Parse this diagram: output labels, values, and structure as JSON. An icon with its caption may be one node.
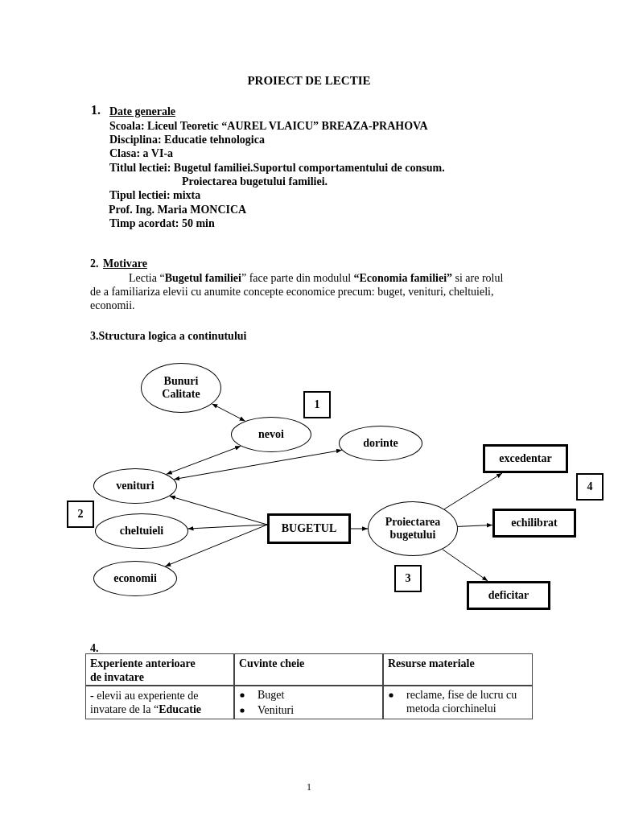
{
  "diagram": {
    "title": "PROIECT DE LECTIE",
    "nodes": [
      {
        "text": [
          "Bunuri Calitate"
        ]
      },
      {
        "text": [
          "1"
        ]
      },
      {
        "text": [
          "nevoi"
        ]
      },
      {
        "text": [
          "dorinte"
        ]
      },
      {
        "text": [
          "excedentar"
        ]
      },
      {
        "text": [
          "4"
        ]
      },
      {
        "text": [
          "venituri"
        ]
      },
      {
        "text": [
          "2"
        ]
      },
      {
        "text": [
          "cheltuieli"
        ]
      },
      {
        "text": [
          "BUGETUL"
        ]
      },
      {
        "text": [
          "Proiectarea bugetului"
        ]
      },
      {
        "text": [
          "echilibrat"
        ]
      },
      {
        "text": [
          "economii"
        ]
      },
      {
        "text": [
          "3"
        ]
      },
      {
        "text": [
          "deficitar"
        ]
      }
    ],
    "edges": [
      {
        "from": 0,
        "to": 2,
        "arrow": "both"
      },
      {
        "from": 6,
        "to": 2,
        "arrow": "both"
      },
      {
        "from": 6,
        "to": 3,
        "arrow": "both"
      },
      {
        "from": 9,
        "to": 6,
        "arrow": "to"
      },
      {
        "from": 9,
        "to": 8,
        "arrow": "to"
      },
      {
        "from": 9,
        "to": 12,
        "arrow": "to"
      },
      {
        "from": 9,
        "to": 10,
        "arrow": "to"
      },
      {
        "from": 10,
        "to": 4,
        "arrow": "to"
      },
      {
        "from": 10,
        "to": 11,
        "arrow": "to"
      },
      {
        "from": 10,
        "to": 14,
        "arrow": "to"
      }
    ],
    "labels": [
      "1.",
      "Date generale",
      "Scoala: Liceul Teoretic “AUREL VLAICU” BREAZA-PRAHOVA",
      "Disciplina: Educatie tehnologica",
      "Clasa: a VI-a",
      "Titlul lectiei: Bugetul familiei.Suportul comportamentului de consum.",
      "Proiectarea bugetului familiei.",
      "Tipul lectiei: mixta",
      "Prof. Ing. Maria MONCICA",
      "Timp acordat: 50 min",
      "2.",
      "Motivare",
      "Lectia “**Bugetul familiei**” face parte din modulul **“Economia familiei”** si are rolul de a familiariza elevii cu anumite concepte economice precum: buget, venituri, cheltuieli, economii.",
      "3.Structura logica a continutului",
      "4.",
      "Experiente anterioare de invatare",
      "Cuvinte cheie",
      "Resurse materiale",
      "- elevii au experiente de invatare de la “**Educatie**",
      "Buget",
      "Venituri",
      "reclame, fise de lucru cu metoda ciorchinelui",
      "1"
    ]
  }
}
